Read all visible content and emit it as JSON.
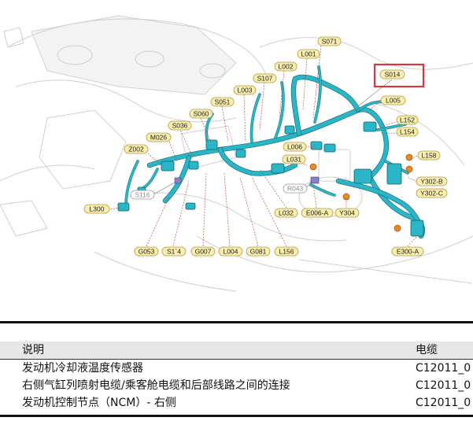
{
  "diagram": {
    "labels": {
      "s071": "S071",
      "l001": "L001",
      "l002": "L002",
      "s107": "S107",
      "l003": "L003",
      "s051": "S051",
      "s060": "S060",
      "s036": "S036",
      "m026": "M026",
      "z002": "Z002",
      "s116": "S116",
      "l300": "L300",
      "s014": "S014",
      "l005": "L005",
      "l152": "L152",
      "l154": "L154",
      "l006": "L006",
      "l031": "L031",
      "l158": "L158",
      "y302b": "Y302-B",
      "y302c": "Y302-C",
      "r043": "R043",
      "l032": "L032",
      "e006a": "E006-A",
      "y304": "Y304",
      "g053": "G053",
      "s114": "S1`4",
      "g007": "G007",
      "l004": "L004",
      "g081": "G081",
      "l156": "L156",
      "e300a": "E300-A"
    },
    "highlight_color": "#d9363e",
    "harness_color": "#2bb6c8"
  },
  "legend": {
    "header": {
      "description": "说明",
      "cable": "电缆"
    },
    "rows": [
      {
        "description": "发动机冷却液温度传感器",
        "cable": "C12011_0"
      },
      {
        "description": "右侧气缸列喷射电缆/乘客舱电缆和后部线路之间的连接",
        "cable": "C12011_0"
      },
      {
        "description": "发动机控制节点（NCM）- 右侧",
        "cable": "C12011_0"
      }
    ]
  }
}
